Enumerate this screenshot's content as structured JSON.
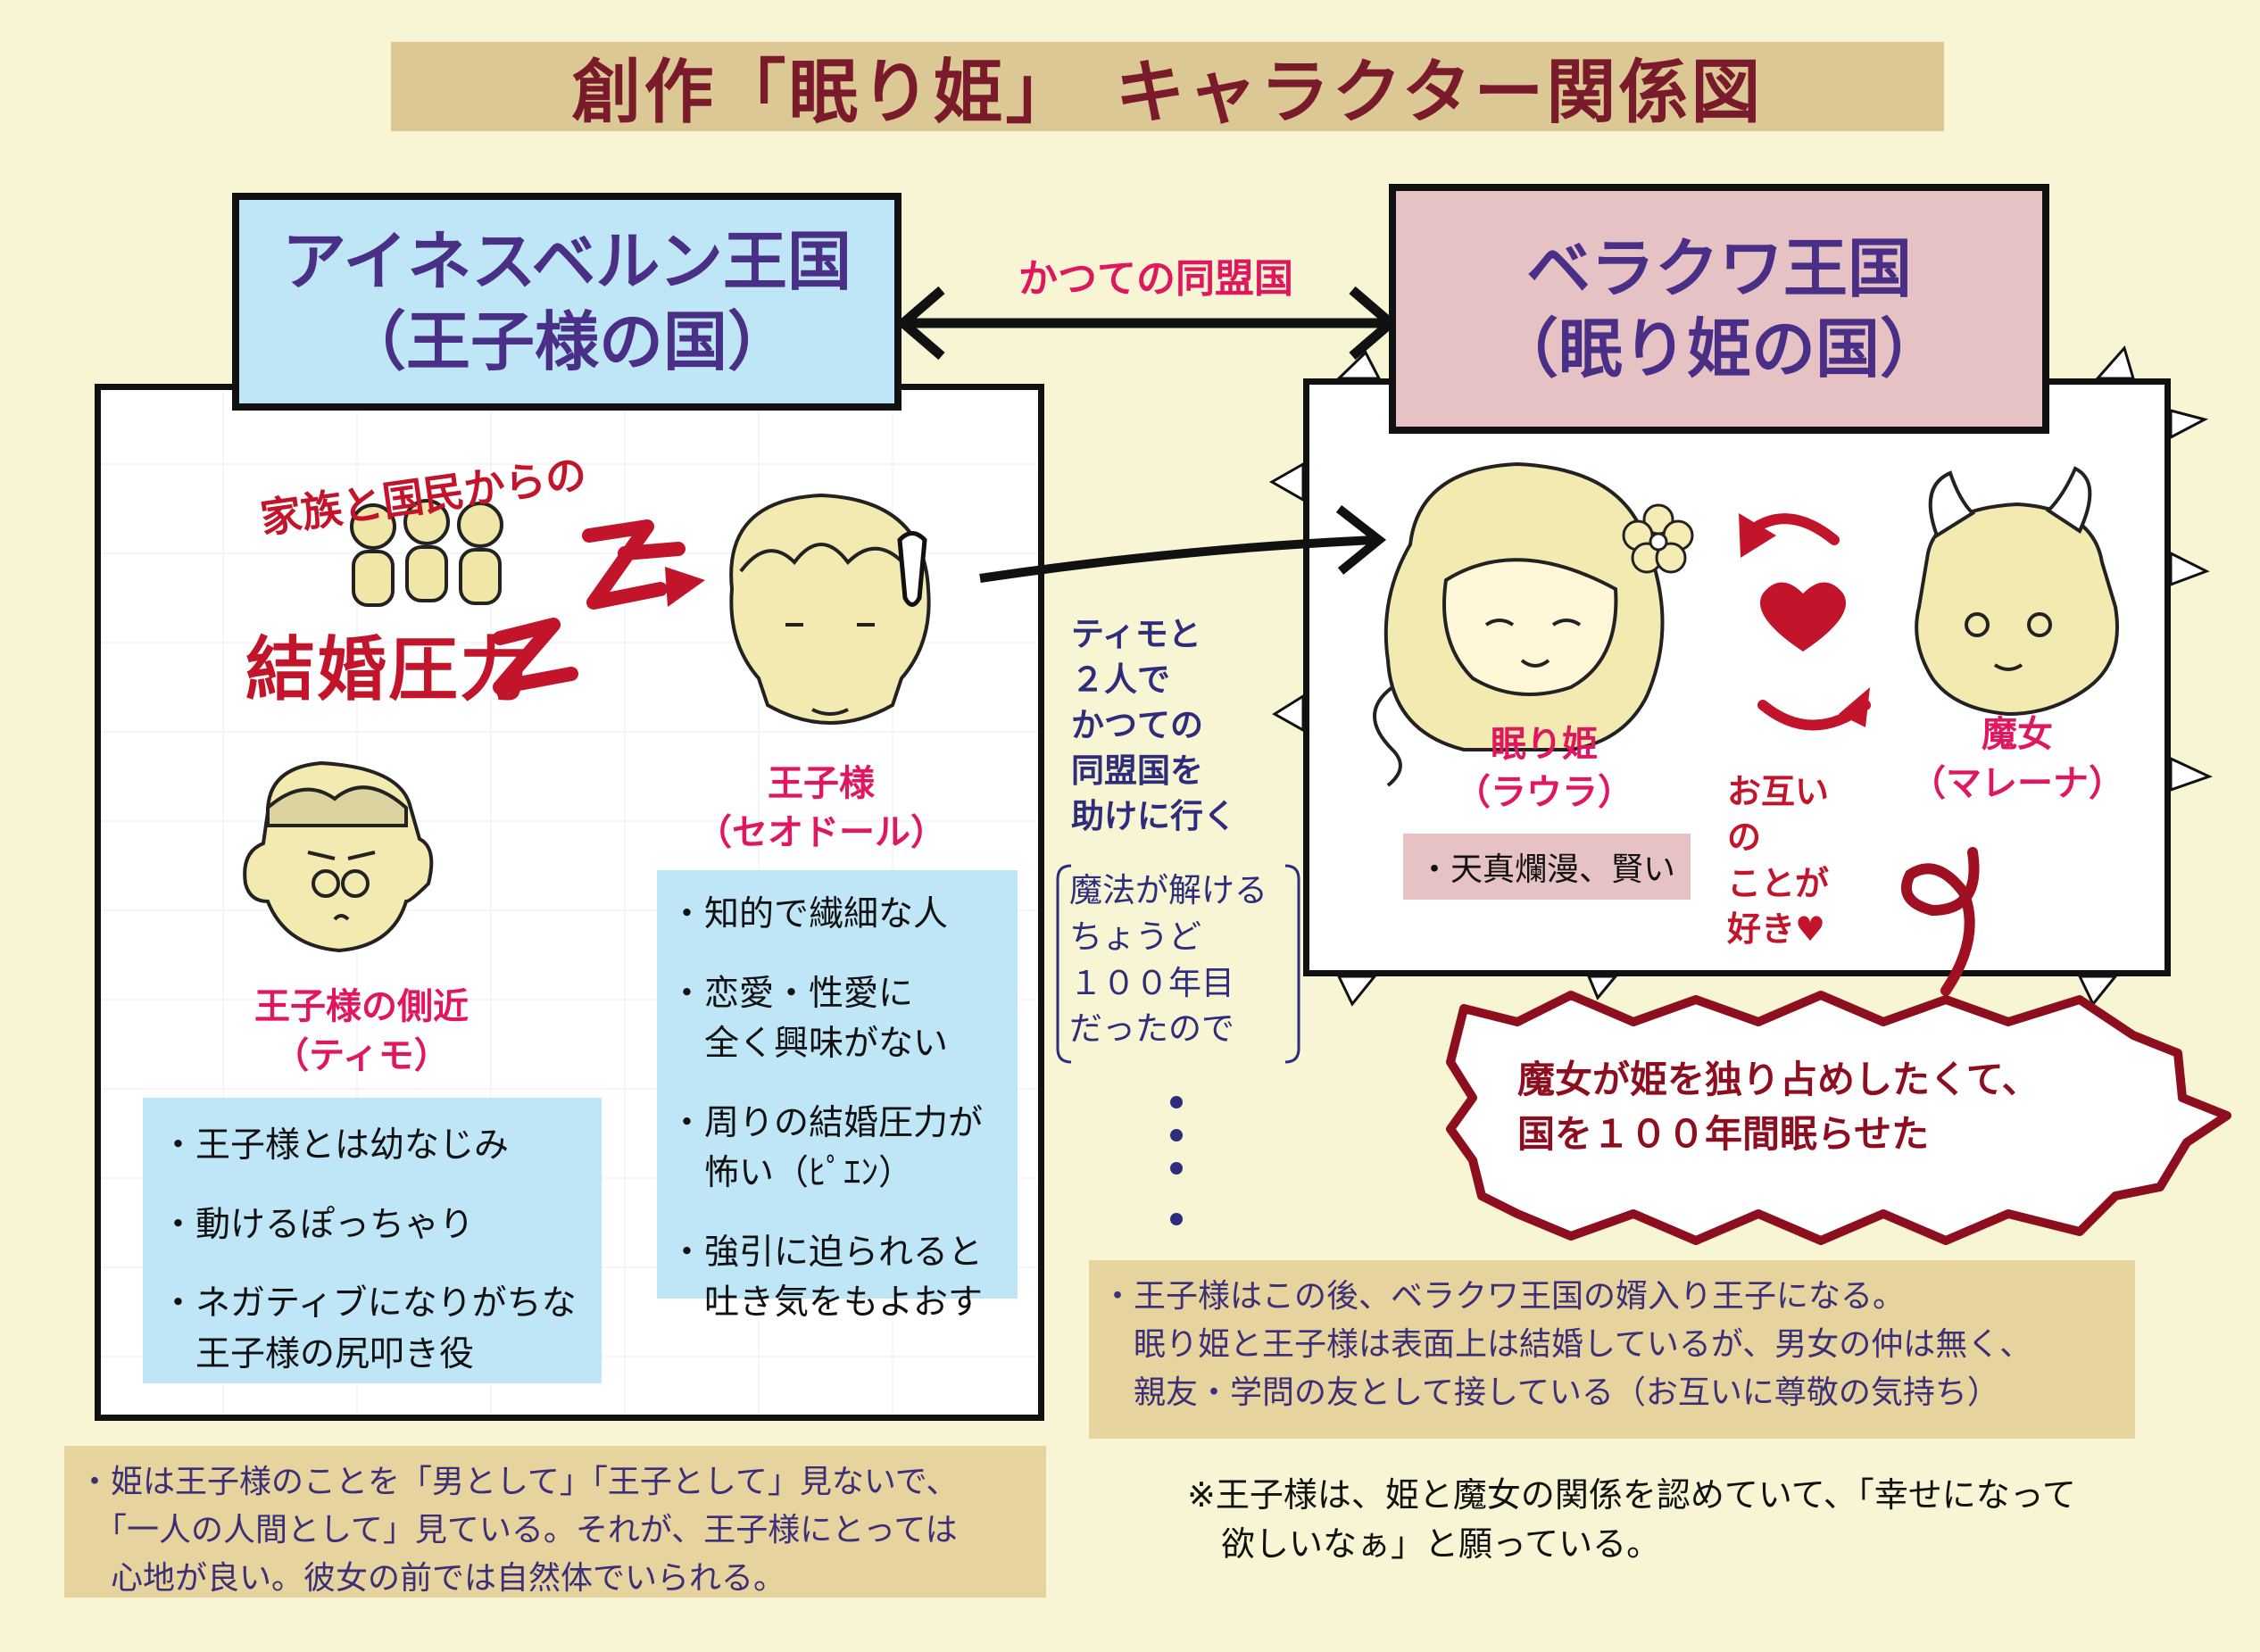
{
  "title": "創作「眠り姫」　キャラクター関係図",
  "kingdom_left": {
    "name": "アイネスベルン王国",
    "subtitle": "（王子様の国）"
  },
  "kingdom_right": {
    "name": "ベラクワ王国",
    "subtitle": "（眠り姫の国）"
  },
  "relation_label": "かつての同盟国",
  "pressure_label": {
    "line1": "家族と国民からの",
    "line2": "結婚圧力"
  },
  "prince": {
    "name": "王子様",
    "realname": "（セオドール）",
    "traits": [
      "・知的で繊細な人",
      "・恋愛・性愛に",
      "　全く興味がない",
      "・周りの結婚圧力が",
      "　怖い（ﾋﾟｴﾝ）",
      "・強引に迫られると",
      "　吐き気をもよおす"
    ]
  },
  "aide": {
    "name": "王子様の側近",
    "realname": "（ティモ）",
    "traits": [
      "・王子様とは幼なじみ",
      "・動けるぽっちゃり",
      "・ネガティブになりがちな",
      "　王子様の尻叩き役"
    ]
  },
  "middle_note": {
    "lines": [
      "ティモと",
      "２人で",
      "かつての",
      "同盟国を",
      "助けに行く"
    ],
    "bracket_lines": [
      "魔法が解ける",
      "ちょうど",
      "１００年目",
      "だったので"
    ]
  },
  "princess": {
    "name": "眠り姫",
    "realname": "（ラウラ）",
    "trait": "・天真爛漫、賢い"
  },
  "witch": {
    "name": "魔女",
    "realname": "（マレーナ）"
  },
  "mutual_love": {
    "line1": "お互いの",
    "line2": "ことが",
    "line3": "好き♥"
  },
  "curse_text": {
    "line1": "魔女が姫を独り占めしたくて、",
    "line2": "国を１００年間眠らせた"
  },
  "note_future": [
    "・王子様はこの後、ベラクワ王国の婿入り王子になる。",
    "　眠り姫と王子様は表面上は結婚しているが、男女の仲は無く、",
    "　親友・学問の友として接している（お互いに尊敬の気持ち）"
  ],
  "note_princess_view": [
    "・姫は王子様のことを「男として」「王子として」見ないで、",
    "　「一人の人間として」見ている。それが、王子様にとっては",
    "　心地が良い。彼女の前では自然体でいられる。"
  ],
  "note_asterisk": [
    "※王子様は、姫と魔女の関係を認めていて、「幸せになって",
    "　欲しいなぁ」と願っている。"
  ],
  "colors": {
    "background": "#f7f5d3",
    "title_band": "#dcc894",
    "title_text": "#7a1b2c",
    "kingdom_left_bg": "#bfe6f6",
    "kingdom_right_bg": "#e7c2c4",
    "kingdom_text": "#4a2f86",
    "name_pink": "#e0165f",
    "trait_blue_bg": "#bfe6f6",
    "note_tan_bg": "#e6d39e",
    "curse_red": "#8d0f1f"
  },
  "icons": [
    "hair-clip-icon",
    "heart-icon",
    "flower-icon",
    "horn-icon",
    "curl-tail-icon",
    "ellipsis-dots-icon"
  ]
}
